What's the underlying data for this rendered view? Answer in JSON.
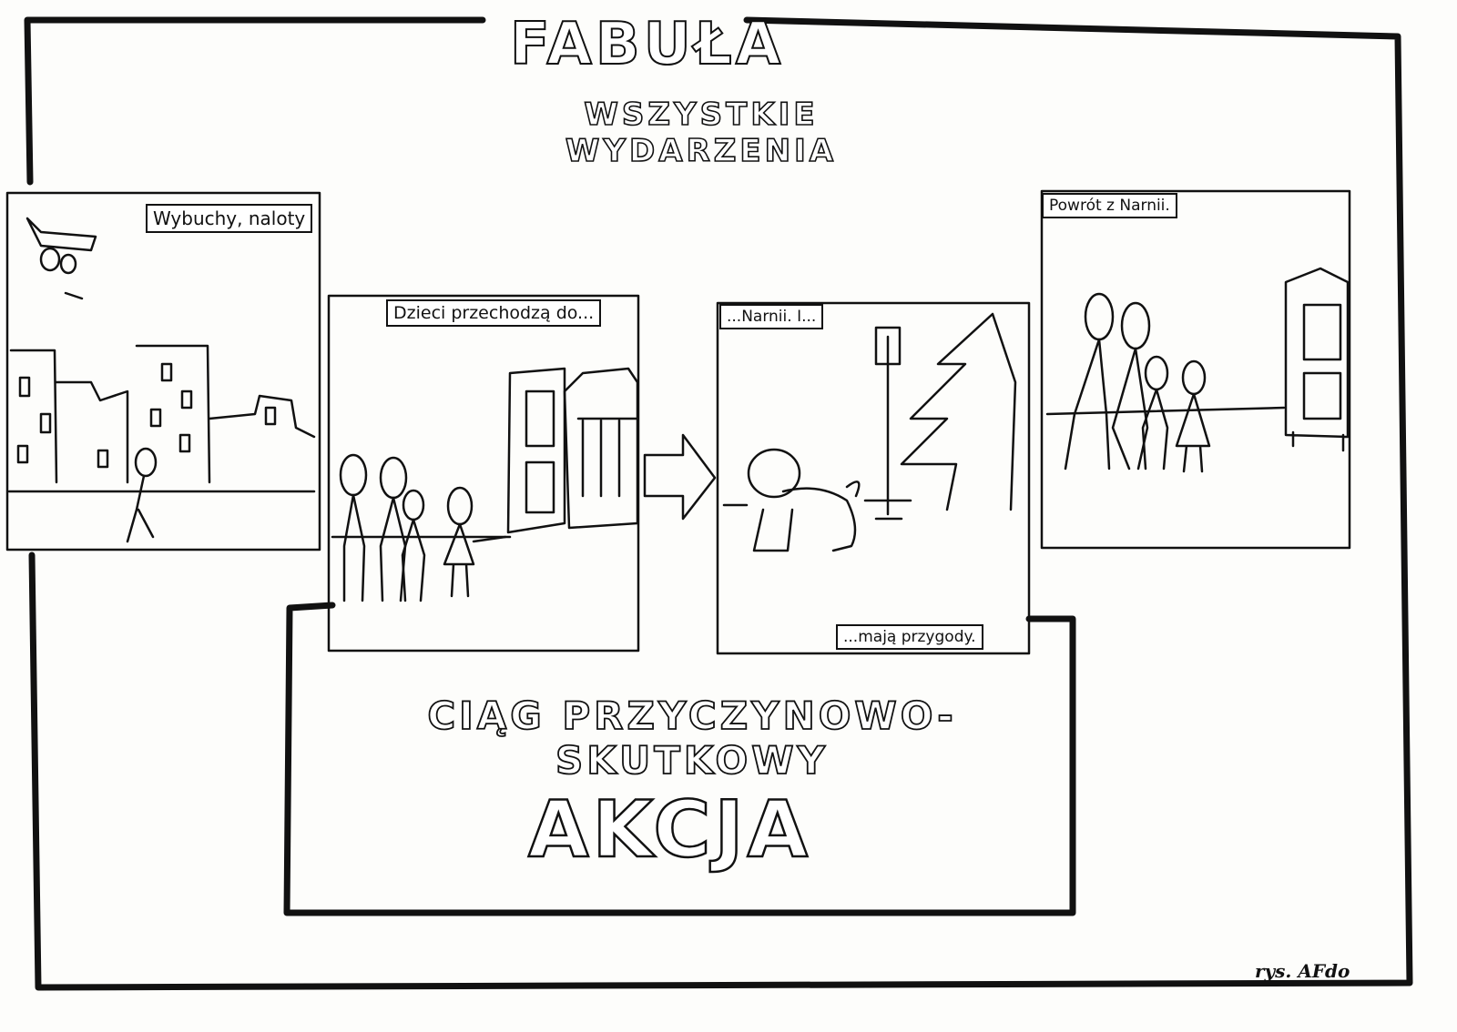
{
  "title": "FABUŁA",
  "subtitle": "WSZYSTKIE WYDARZENIA",
  "panels": [
    {
      "caption": "Wybuchy, naloty"
    },
    {
      "caption": "Dzieci przechodzą do..."
    },
    {
      "caption": "...Narnii. I...",
      "caption2": "...mają przygody."
    },
    {
      "caption": "Powrót z Narnii."
    }
  ],
  "inner_box": {
    "heading": "CIĄG PRZYCZYNOWO-SKUTKOWY",
    "label": "AKCJA"
  },
  "signature": "rys. AFdo"
}
